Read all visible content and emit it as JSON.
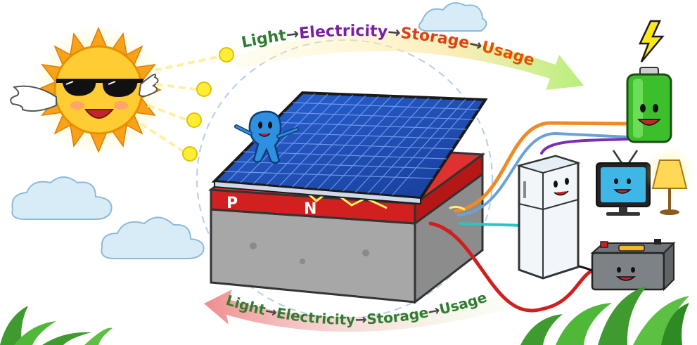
{
  "flow_top": {
    "light": "Light",
    "arrow1": "→",
    "electricity": "Electricity",
    "arrow2": "→",
    "storage": "Storage",
    "arrow3": "→",
    "usage": "Usage"
  },
  "flow_bottom": {
    "light": "Light",
    "arrow1": "→",
    "electricity": "Electricity",
    "arrow2": "→",
    "storage": "Storage",
    "arrow3": "→",
    "usage": "Usage"
  },
  "junction": {
    "p_label": "P",
    "n_label": "N"
  },
  "colors": {
    "sky": "#ffffff",
    "sun": "#f9a825",
    "panel": "#1e4fb8",
    "p_layer": "#d21f1f",
    "base": "#a9a9a9",
    "battery": "#35b12a",
    "text_light": "#2e7d32",
    "text_electricity": "#7b1fa2",
    "text_storage": "#d84315",
    "text_usage": "#e65100"
  },
  "icons": [
    "sun-icon",
    "sunglasses-icon",
    "wing-icon",
    "solar-panel-icon",
    "electron-mascot-icon",
    "battery-icon",
    "lightning-icon",
    "fridge-icon",
    "tv-icon",
    "lamp-icon",
    "car-battery-icon",
    "cloud-icon",
    "plant-icon"
  ]
}
